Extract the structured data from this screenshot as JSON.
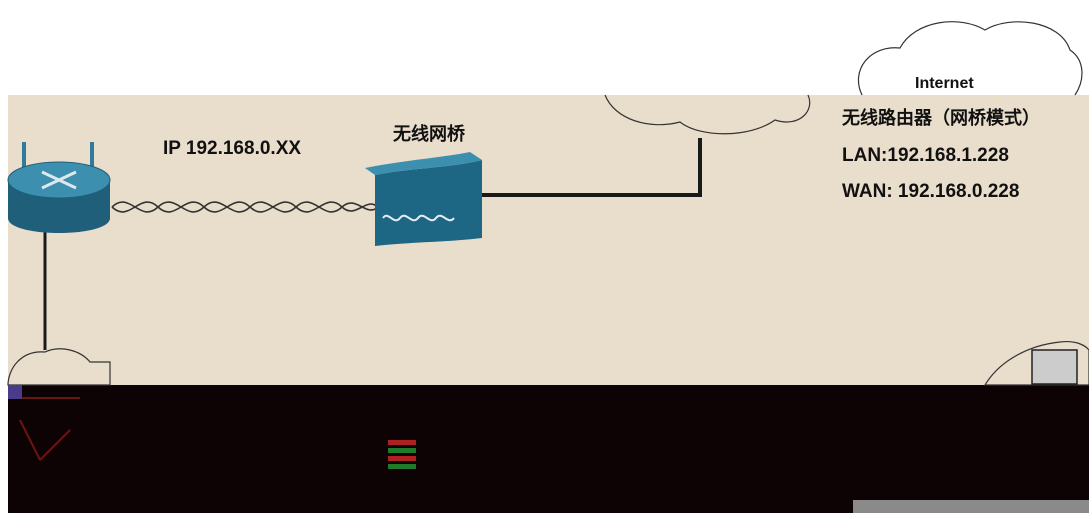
{
  "labels": {
    "ip": "IP 192.168.0.XX",
    "bridge": "无线网桥",
    "internet": "Internet",
    "router_mode": "无线路由器（网桥模式）",
    "lan": "LAN:192.168.1.228",
    "wan": "WAN: 192.168.0.228"
  },
  "colors": {
    "background_band": "#e9ddcc",
    "bottom_band": "#0d0304",
    "router_blue": "#2f7b9a",
    "bridge_blue": "#1d6684",
    "cloud_fill": "#e9ddcc",
    "link_line": "#1a1a1a"
  }
}
